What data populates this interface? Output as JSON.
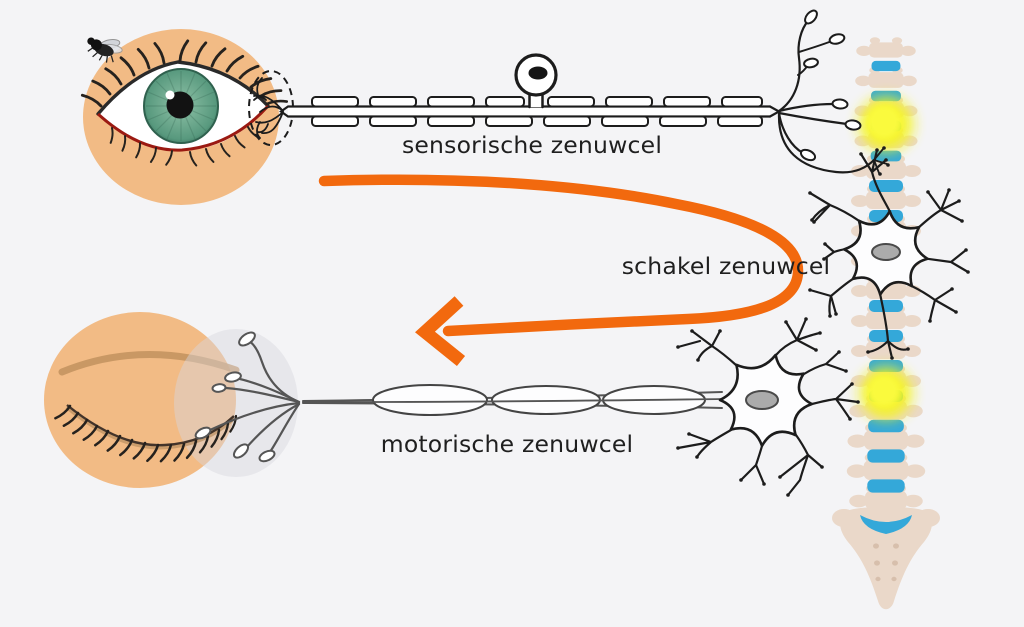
{
  "diagram": {
    "labels": {
      "sensory": "sensorische zenuwcel",
      "interneuron": "schakel zenuwcel",
      "motor": "motorische zenuwcel"
    },
    "colors": {
      "bg": "#f4f4f6",
      "skin": "#f2bb85",
      "skinShadow": "#c2925e",
      "iris": "#6faa8f",
      "irisDark": "#3f7a63",
      "irisLight": "#8fc3a9",
      "pupil": "#121212",
      "sclera": "#ffffff",
      "lidRed": "#9b1a12",
      "outline": "#1c1c1c",
      "grayLine": "#555555",
      "arrow": "#f2690e",
      "disc": "#2aa4d8",
      "bone": "#ead7c7",
      "boneDot": "#d6bda9",
      "glow": "#f5f513",
      "glowCore": "#fafa3c",
      "nucleus": "#ababab",
      "muscle": "#d8d8dd"
    }
  }
}
